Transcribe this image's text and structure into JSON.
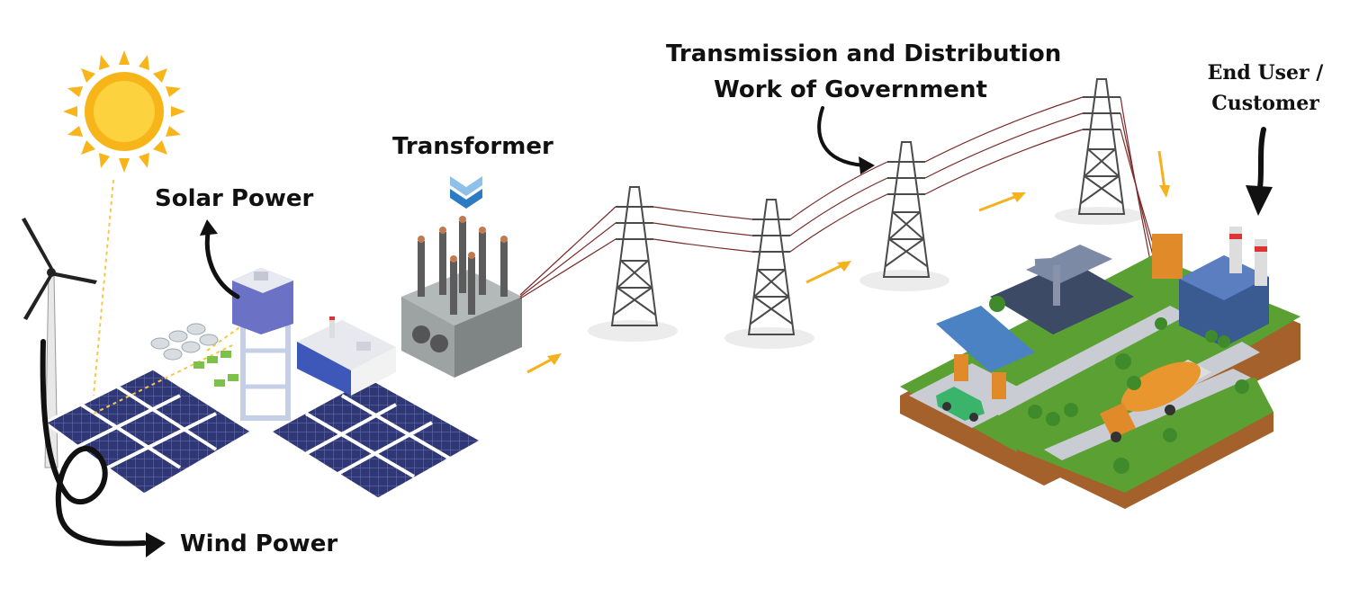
{
  "labels": {
    "solar_power": "Solar Power",
    "transformer": "Transformer",
    "transmission_line1": "Transmission and Distribution",
    "transmission_line2": "Work of Government",
    "end_user_line1": "End User /",
    "end_user_line2": "Customer",
    "wind_power": "Wind Power"
  },
  "colors": {
    "sun": "#f7b51a",
    "sun_core": "#fdd23f",
    "flow_arrow": "#f5b21f",
    "panel": "#2f3774",
    "grass": "#5aa033",
    "soil": "#a5612c",
    "road": "#c9cdd3",
    "tower": "#4b4b4b",
    "wire": "#7a2a2a",
    "transformer_body": "#8d9191",
    "chevron": "#2b7cc2",
    "pointer_arrow": "#111111"
  },
  "icons": [
    "sun-icon",
    "wind-turbine-icon",
    "solar-panel-icon",
    "water-tower-icon",
    "building-icon",
    "transformer-icon",
    "chevron-down-icon",
    "transmission-tower-icon",
    "gas-station-icon",
    "car-icon",
    "tanker-truck-icon",
    "pumpjack-icon",
    "factory-icon",
    "tree-icon",
    "flow-arrow-icon",
    "pointer-arrow-icon"
  ]
}
